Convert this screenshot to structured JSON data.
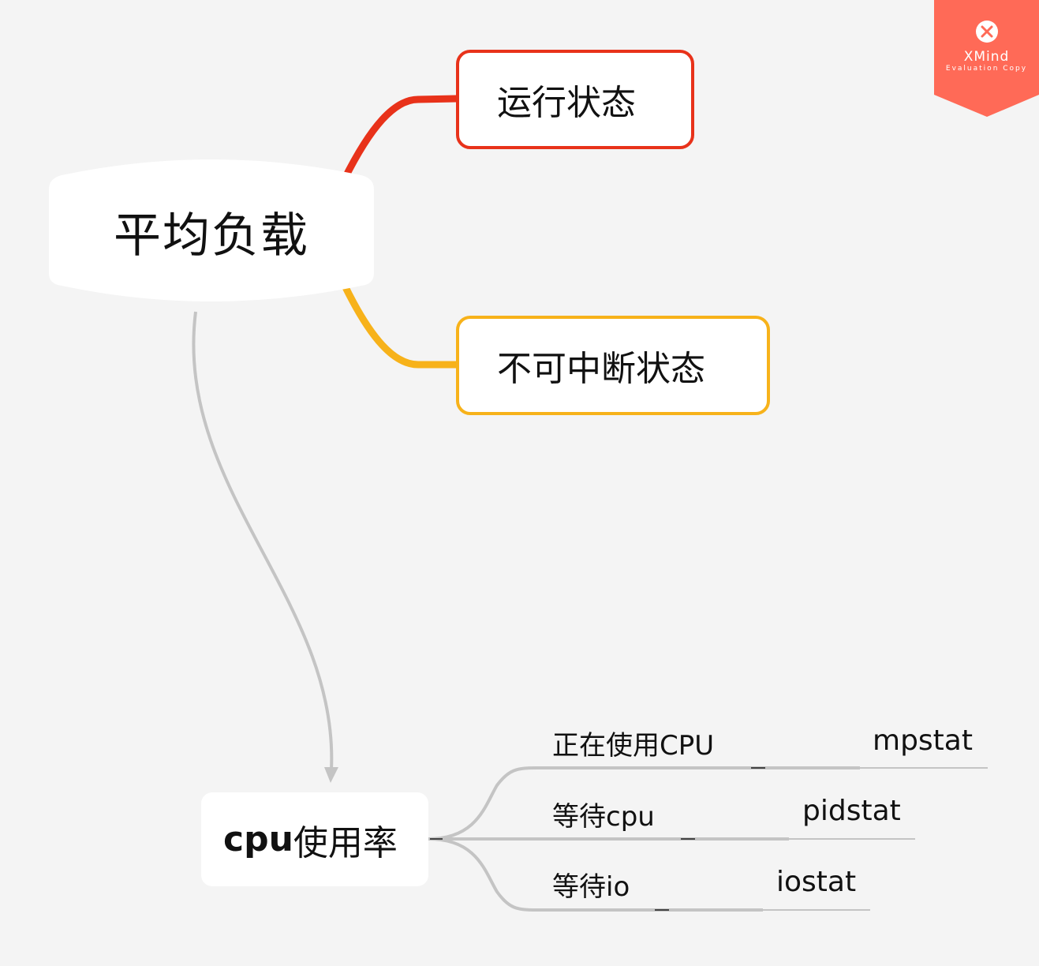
{
  "central": {
    "label": "平均负载"
  },
  "branches": [
    {
      "label": "运行状态",
      "color": "#e8321a"
    },
    {
      "label": "不可中断状态",
      "color": "#f7b21a"
    }
  ],
  "cpu": {
    "label_bold": "cpu",
    "label_rest": "使用率",
    "children": [
      {
        "label": "正在使用CPU",
        "tool": "mpstat"
      },
      {
        "label": "等待cpu",
        "tool": "pidstat"
      },
      {
        "label": "等待io",
        "tool": "iostat"
      }
    ]
  },
  "watermark": {
    "title": "XMind",
    "subtitle": "Evaluation Copy",
    "color": "#ff6a57"
  },
  "colors": {
    "background": "#f4f4f4",
    "connector": "#c0c0c0"
  }
}
